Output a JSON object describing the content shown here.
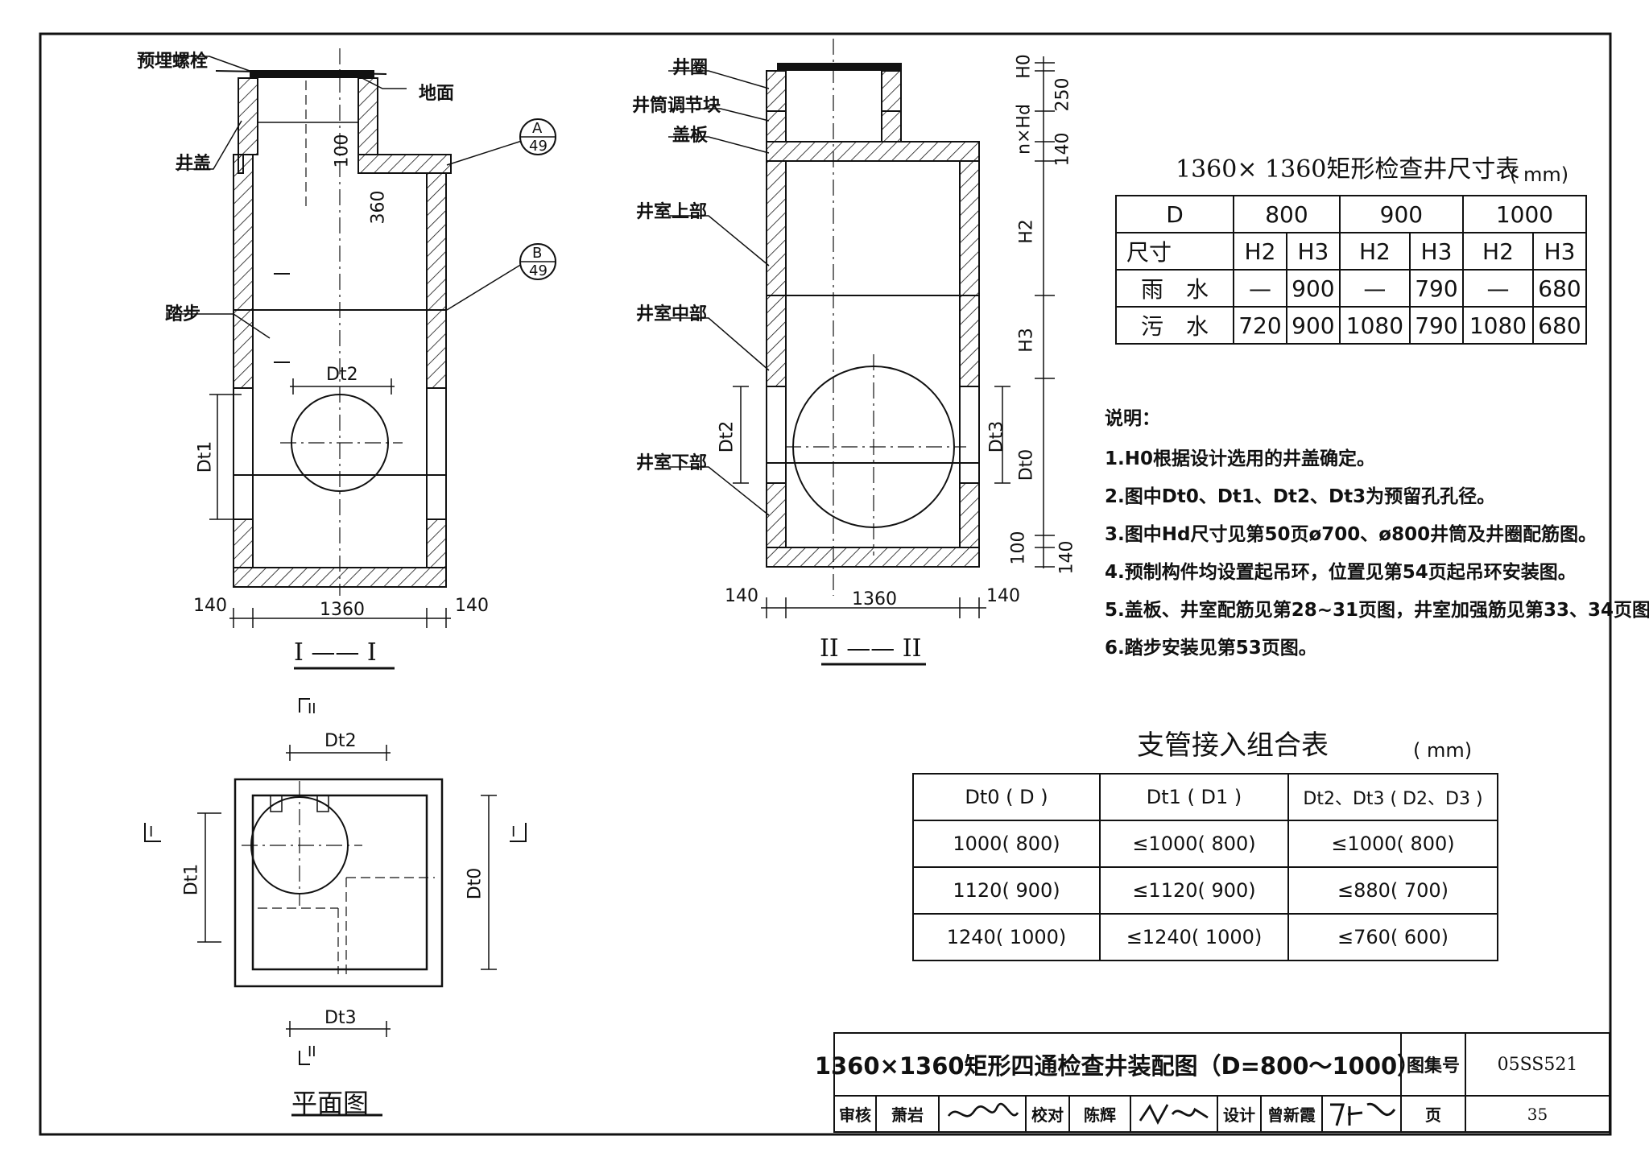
{
  "section1": {
    "title": "I —— I",
    "labels": {
      "bolt": "预埋螺栓",
      "ground": "地面",
      "cover": "井盖",
      "step": "踏步"
    },
    "detailA": {
      "letter": "A",
      "page": "49"
    },
    "detailB": {
      "letter": "B",
      "page": "49"
    },
    "dims": {
      "d100": "100",
      "d360": "360",
      "dt2": "Dt2",
      "dt1": "Dt1",
      "left": "140",
      "mid": "1360",
      "right": "140"
    }
  },
  "section2": {
    "title": "II —— II",
    "labels": {
      "ring": "井圈",
      "adjust": "井筒调节块",
      "slab": "盖板",
      "upper": "井室上部",
      "middle": "井室中部",
      "lower": "井室下部"
    },
    "dims": {
      "h0": "H0",
      "d250": "250",
      "nhd": "n×Hd",
      "d140": "140",
      "h2": "H2",
      "h3": "H3",
      "dt0": "Dt0",
      "dt3": "Dt3",
      "dt2": "Dt2",
      "d100": "100",
      "d140b": "140",
      "left": "140",
      "mid": "1360",
      "right": "140"
    }
  },
  "plan": {
    "title": "平面图",
    "marks": {
      "ii": "II",
      "i": "I"
    },
    "dims": {
      "dt2": "Dt2",
      "dt1": "Dt1",
      "dt0": "Dt0",
      "dt3": "Dt3"
    }
  },
  "size_table": {
    "title": "1360× 1360矩形检查井尺寸表",
    "unit": "( mm)",
    "header1": [
      "D",
      "800",
      "900",
      "1000"
    ],
    "header2": [
      "尺寸",
      "H2",
      "H3",
      "H2",
      "H3",
      "H2",
      "H3"
    ],
    "rows": [
      [
        "雨　水",
        "—",
        "900",
        "—",
        "790",
        "—",
        "680"
      ],
      [
        "污　水",
        "720",
        "900",
        "1080",
        "790",
        "1080",
        "680"
      ]
    ]
  },
  "notes": {
    "heading": "说明：",
    "items": [
      "1.H0根据设计选用的井盖确定。",
      "2.图中Dt0、Dt1、Dt2、Dt3为预留孔孔径。",
      "3.图中Hd尺寸见第50页ø700、ø800井筒及井圈配筋图。",
      "4.预制构件均设置起吊环，位置见第54页起吊环安装图。",
      "5.盖板、井室配筋见第28~31页图，井室加强筋见第33、34页图。",
      "6.踏步安装见第53页图。"
    ]
  },
  "branch_table": {
    "title": "支管接入组合表",
    "unit": "( mm)",
    "headers": [
      "Dt0 ( D )",
      "Dt1 ( D1 )",
      "Dt2、Dt3 ( D2、D3 )"
    ],
    "rows": [
      [
        "1000( 800)",
        "≤1000( 800)",
        "≤1000( 800)"
      ],
      [
        "1120( 900)",
        "≤1120( 900)",
        "≤880( 700)"
      ],
      [
        "1240( 1000)",
        "≤1240( 1000)",
        "≤760( 600)"
      ]
    ]
  },
  "title_block": {
    "drawing_title": "1360×1360矩形四通检查井装配图（D=800～1000）",
    "atlas_label": "图集号",
    "atlas_no": "05SS521",
    "review_label": "审核",
    "reviewer": "萧岩",
    "check_label": "校对",
    "checker": "陈辉",
    "design_label": "设计",
    "designer": "曾新霞",
    "page_label": "页",
    "page_no": "35"
  }
}
